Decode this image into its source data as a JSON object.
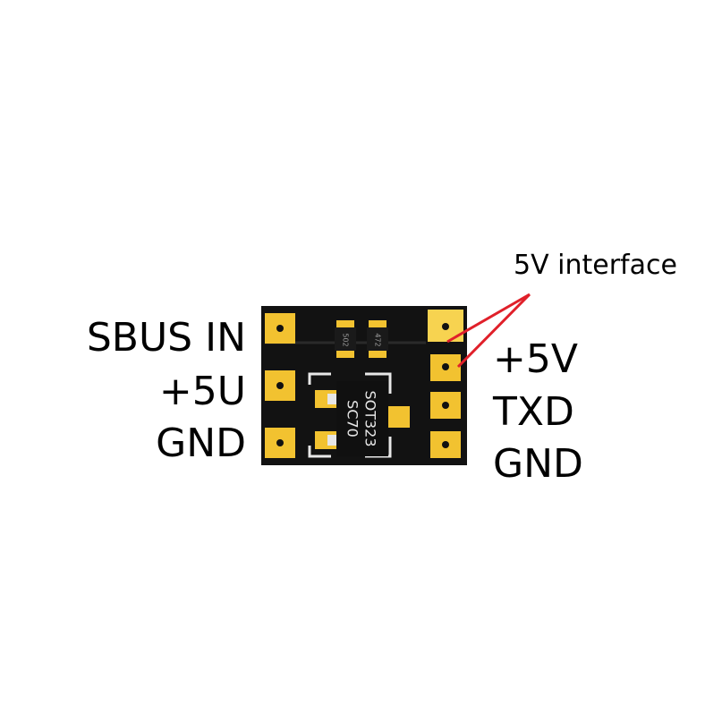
{
  "callout": {
    "text": "5V interface",
    "line_color": "#e0202a"
  },
  "left_pins": [
    "SBUS IN",
    "+5U",
    "GND"
  ],
  "right_pins": [
    "+5V",
    "TXD",
    "GND"
  ],
  "board": {
    "color": "#121212",
    "pad_color": "#f2c230",
    "chip_marking_line1": "SOT323",
    "chip_marking_line2": "SC70",
    "resistor_1": "502",
    "resistor_2": "472"
  }
}
